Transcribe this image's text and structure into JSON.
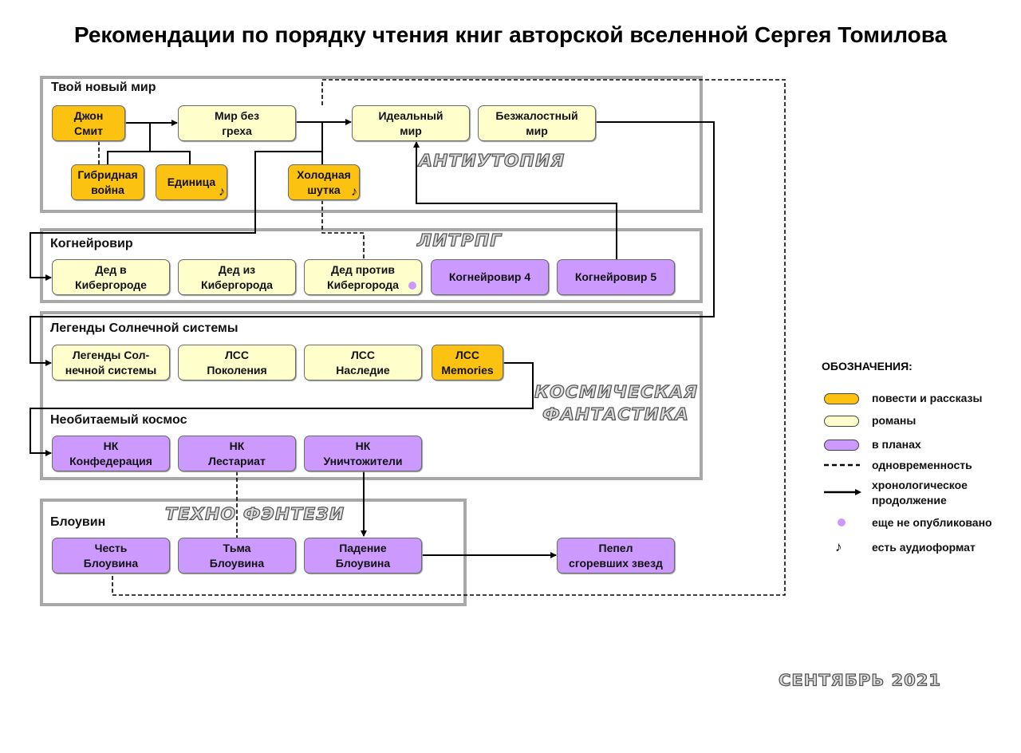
{
  "title": "Рекомендации по порядку чтения книг авторской вселенной Сергея Томилова",
  "colors": {
    "story": "#fcc212",
    "novel": "#ffffcc",
    "plan": "#cc99ff",
    "frame": "#a8a8a8"
  },
  "groups": {
    "g1": "Твой новый мир",
    "g2": "Когнейровир",
    "g3": "Легенды Солнечной системы",
    "g4": "Необитаемый космос",
    "g5": "Блоувин"
  },
  "genres": {
    "antiutopia": "АНТИУТОПИЯ",
    "litrpg": "ЛИТРПГ",
    "space1": "КОСМИЧЕСКАЯ",
    "space2": "ФАНТАСТИКА",
    "techno": "ТЕХНО ФЭНТЕЗИ"
  },
  "books": {
    "john": "Джон\nСмит",
    "mir": "Мир без\nгреха",
    "ideal": "Идеальный\nмир",
    "bezh": "Безжалостный\nмир",
    "gibr": "Гибридная\nвойна",
    "edin": "Единица",
    "holod": "Холодная\nшутка",
    "ded1": "Дед в\nКибергороде",
    "ded2": "Дед из\nКибергорода",
    "ded3": "Дед против\nКибергорода",
    "kog4": "Когнейровир 4",
    "kog5": "Когнейровир 5",
    "lss1": "Легенды Сол-\nнечной системы",
    "lss2": "ЛСС\nПоколения",
    "lss3": "ЛСС\nНаследие",
    "lss4": "ЛСС\nMemories",
    "nk1": "НК\nКонфедерация",
    "nk2": "НК\nЛестариат",
    "nk3": "НК\nУничтожители",
    "bl1": "Честь\nБлоувина",
    "bl2": "Тьма\nБлоувина",
    "bl3": "Падение\nБлоувина",
    "pepel": "Пепел\nсгоревших звезд"
  },
  "audio_symbol": "♪",
  "legend": {
    "title": "ОБОЗНАЧЕНИЯ:",
    "story": "повести и рассказы",
    "novel": "романы",
    "plan": "в планах",
    "simult": "одновременность",
    "chrono": "хронологическое\nпродолжение",
    "unpub": "еще не опубликовано",
    "audio": "есть аудиоформат"
  },
  "date": "СЕНТЯБРЬ 2021"
}
